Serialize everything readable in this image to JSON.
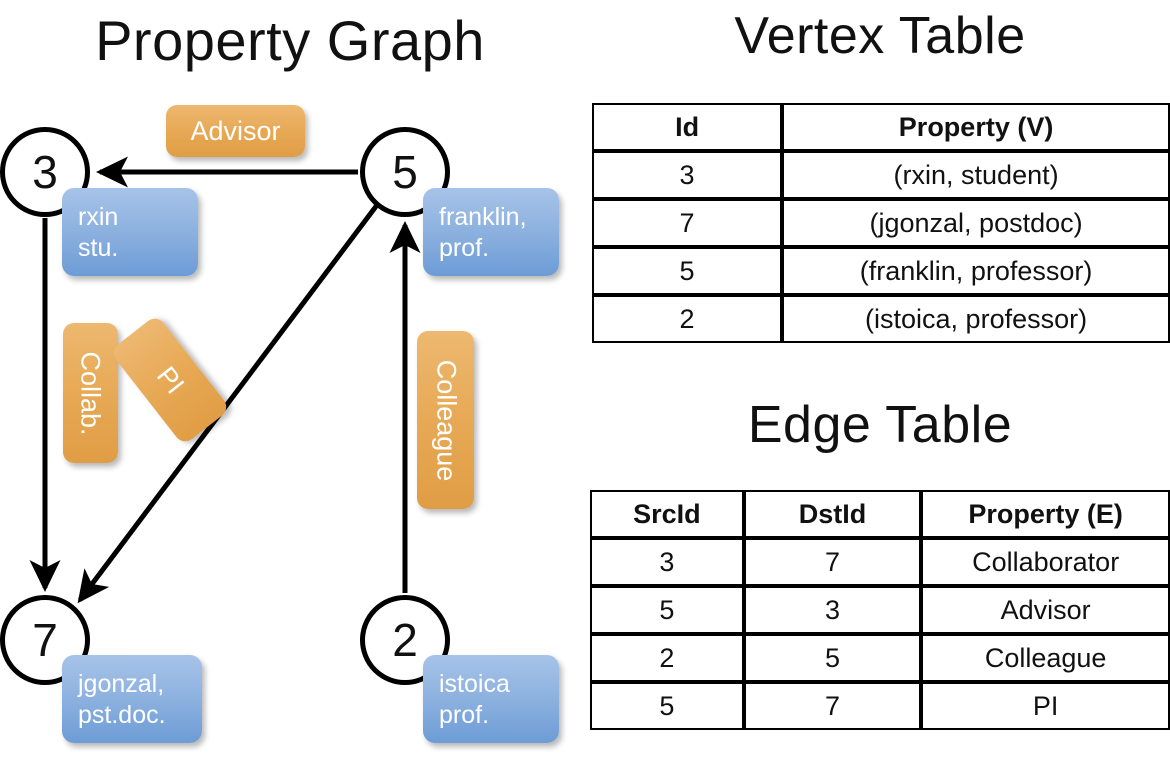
{
  "titles": {
    "property_graph": "Property Graph",
    "vertex_table": "Vertex Table",
    "edge_table": "Edge Table"
  },
  "colors": {
    "node_stroke": "#000000",
    "vertex_box": "#8fb3e0",
    "edge_box": "#e7a955",
    "vertex_table_fill": "#d5dff0",
    "edge_table_fill": "#f6ddc2"
  },
  "graph": {
    "nodes": [
      {
        "id": "3",
        "property": {
          "line1": "rxin",
          "line2": "stu."
        }
      },
      {
        "id": "5",
        "property": {
          "line1": "franklin,",
          "line2": "prof."
        }
      },
      {
        "id": "7",
        "property": {
          "line1": "jgonzal,",
          "line2": "pst.doc."
        }
      },
      {
        "id": "2",
        "property": {
          "line1": "istoica",
          "line2": "prof."
        }
      }
    ],
    "edge_labels": {
      "advisor": "Advisor",
      "collab": "Collab.",
      "colleague": "Colleague",
      "pi": "PI"
    }
  },
  "vertex_table": {
    "headers": {
      "id": "Id",
      "property": "Property (V)"
    },
    "rows": [
      {
        "id": "3",
        "property": "(rxin, student)"
      },
      {
        "id": "7",
        "property": "(jgonzal, postdoc)"
      },
      {
        "id": "5",
        "property": "(franklin, professor)"
      },
      {
        "id": "2",
        "property": "(istoica, professor)"
      }
    ]
  },
  "edge_table": {
    "headers": {
      "src": "SrcId",
      "dst": "DstId",
      "property": "Property (E)"
    },
    "rows": [
      {
        "src": "3",
        "dst": "7",
        "property": "Collaborator"
      },
      {
        "src": "5",
        "dst": "3",
        "property": "Advisor"
      },
      {
        "src": "2",
        "dst": "5",
        "property": "Colleague"
      },
      {
        "src": "5",
        "dst": "7",
        "property": "PI"
      }
    ]
  }
}
